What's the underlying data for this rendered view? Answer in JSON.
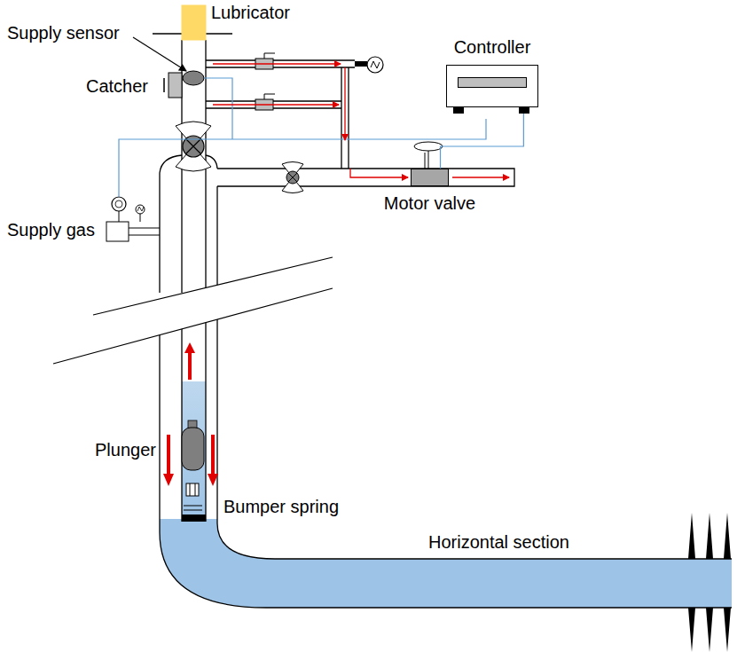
{
  "diagram": {
    "nodes": [
      {
        "text": [
          "Controller"
        ]
      },
      {
        "text": [
          "Motor valve"
        ]
      }
    ],
    "edges": [
      {
        "from": 0,
        "to": 1,
        "arrow": "none"
      }
    ],
    "labels": [
      "Lubricator",
      "Supply sensor",
      "Catcher",
      "Supply gas",
      "Plunger",
      "Bumper spring",
      "Horizontal section"
    ]
  }
}
